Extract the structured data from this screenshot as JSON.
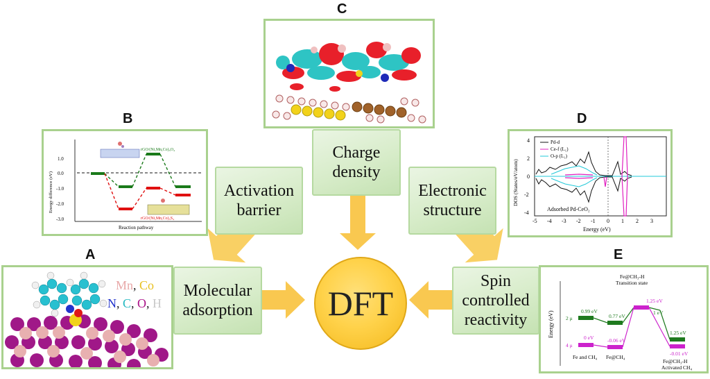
{
  "center": {
    "label": "DFT"
  },
  "letters": {
    "a": "A",
    "b": "B",
    "c": "C",
    "d": "D",
    "e": "E"
  },
  "boxes": {
    "activation": [
      "Activation",
      "barrier"
    ],
    "charge": [
      "Charge",
      "density"
    ],
    "electronic": [
      "Electronic",
      "structure"
    ],
    "molecular": [
      "Molecular",
      "adsorption"
    ],
    "spin": [
      "Spin",
      "controlled",
      "reactivity"
    ]
  },
  "panel_a": {
    "legend_line1": [
      "Mn",
      ", ",
      "Co"
    ],
    "legend_line2": [
      "N",
      ", ",
      "C",
      ", ",
      "O",
      ", ",
      "H"
    ],
    "colors": {
      "Mn": "#e8a8a8",
      "Co": "#e8c020",
      "N": "#2233cc",
      "C": "#22b8c0",
      "O": "#aa1188",
      "H": "#d8d8d8"
    }
  },
  "panel_b": {
    "ylabel": "Energy difference (eV)",
    "xlabel": "Reaction pathway",
    "yticks": [
      "1.0",
      "0.0",
      "-1.0",
      "-2.0",
      "-3.0"
    ],
    "label_top": "rGO/(Ni,Mn,Co)₃O₄",
    "label_bottom": "rGO/(Ni,Mn,Co)₃S₄",
    "colors": {
      "top": "#1a7a1a",
      "bottom": "#e01010"
    }
  },
  "panel_d": {
    "ylabel": "DOS (States/eV/atom)",
    "xlabel": "Energy (eV)",
    "xticks": [
      "-5",
      "-4",
      "-3",
      "-2",
      "-1",
      "0",
      "1",
      "2",
      "3"
    ],
    "yticks": [
      "4",
      "2",
      "0",
      "-2",
      "-4"
    ],
    "legend": [
      "Pd-d",
      "Ce-f (L₁)",
      "O-p (L₁)"
    ],
    "annotation": "Adsorbed Pd-CeO₂",
    "colors": {
      "Pd": "#111111",
      "Ce": "#e020c0",
      "O": "#20c8d8"
    }
  },
  "panel_e": {
    "ylabel": "Energy (eV)",
    "ts_label": [
      "Fe@CH₃-H",
      "Transition state"
    ],
    "state_labels": [
      [
        "Fe and CH₄"
      ],
      [
        "Fe@CH₄"
      ],
      [
        "Fe@CH₃-H",
        "Activated CH₄"
      ]
    ],
    "mu_labels": [
      "2 μ",
      "4 μ"
    ],
    "green_values": [
      "0.99 eV",
      "0.77 eV",
      "1 eV",
      "1.25 eV"
    ],
    "purple_values": [
      "0 eV",
      "-0.06 eV",
      "1.25 eV",
      "-0.01 eV"
    ],
    "colors": {
      "green": "#1e7a1e",
      "purple": "#cc22cc"
    }
  }
}
